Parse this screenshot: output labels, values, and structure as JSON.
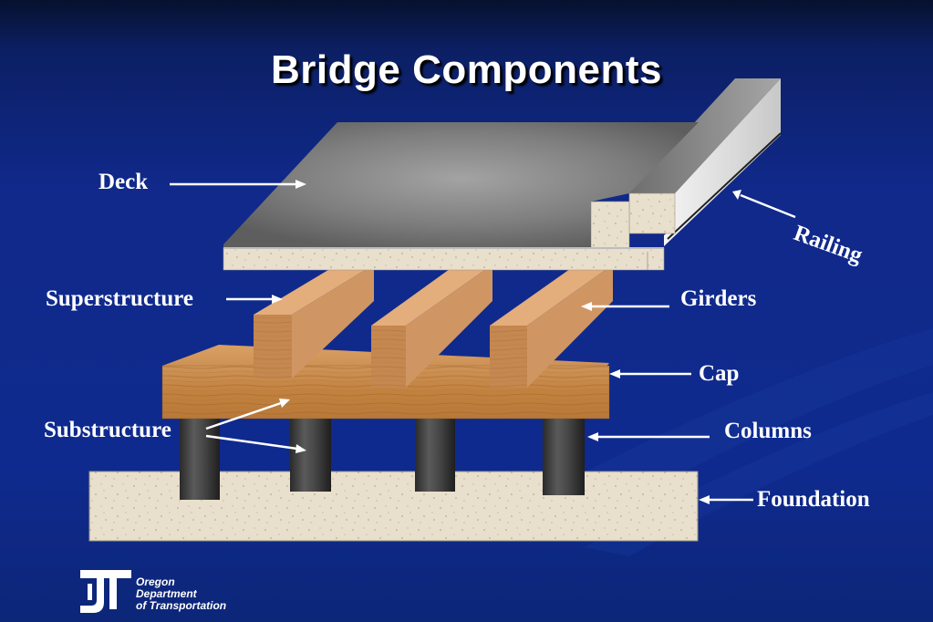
{
  "slide": {
    "title": "Bridge Components",
    "labels": {
      "deck": "Deck",
      "railing": "Railing",
      "superstructure": "Superstructure",
      "girders": "Girders",
      "cap": "Cap",
      "substructure": "Substructure",
      "columns": "Columns",
      "foundation": "Foundation"
    },
    "logo": {
      "line1": "Oregon",
      "line2": "Department",
      "line3": "of Transportation"
    }
  },
  "colors": {
    "background_top": "#0a1535",
    "background_mid": "#102c8c",
    "label_text": "#ffffff",
    "deck_top": "#8a8a8a",
    "concrete": "#e6dcc8",
    "wood": "#c88a4e",
    "girder": "#e0aa78",
    "column": "#3a3a3a"
  }
}
